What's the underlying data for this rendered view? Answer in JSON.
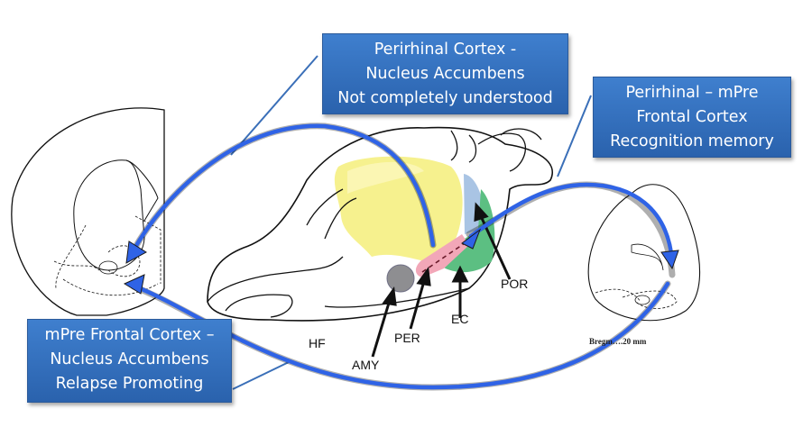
{
  "callouts": {
    "per_nacc": {
      "lines": [
        "Perirhinal Cortex -",
        "Nucleus Accumbens",
        "Not completely understood"
      ]
    },
    "per_mpfc": {
      "lines": [
        "Perirhinal – mPre",
        "Frontal Cortex",
        "Recognition memory"
      ]
    },
    "mpfc_nacc": {
      "lines": [
        "mPre Frontal Cortex –",
        "Nucleus Accumbens",
        "Relapse Promoting"
      ]
    }
  },
  "region_labels": {
    "hf": "HF",
    "amy": "AMY",
    "per": "PER",
    "ec": "EC",
    "por": "POR"
  },
  "bregma_label": "Bregm….20 mm",
  "colors": {
    "callout": "#3a75c4",
    "arrow": "#2f63e6",
    "per": "#f2a7b8",
    "ec": "#5cbf82",
    "por": "#a9c4e4",
    "hippocampus": "#f5ee7a",
    "amy": "#8e8e91"
  }
}
